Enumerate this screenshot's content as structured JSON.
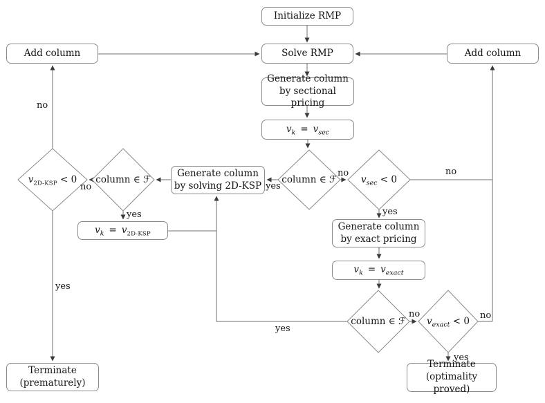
{
  "nodes": {
    "initialize_rmp": {
      "label": "Initialize RMP"
    },
    "solve_rmp": {
      "label": "Solve RMP"
    },
    "add_column_left": {
      "label": "Add column"
    },
    "add_column_right": {
      "label": "Add column"
    },
    "generate_sectional": {
      "line1": "Generate column",
      "line2": "by sectional pricing"
    },
    "assign_sec": {
      "lhs": "v",
      "lhs_sub": "k",
      "op": "=",
      "rhs": "v",
      "rhs_sub": "sec"
    },
    "check_column_center": {
      "label": "column ∈ ℱ"
    },
    "check_vsec": {
      "var": "v",
      "var_sub": "sec",
      "cmp": "< 0"
    },
    "generate_ksp": {
      "line1": "Generate column",
      "line2": "by solving 2D-KSP"
    },
    "check_column_left": {
      "label": "column ∈ ℱ"
    },
    "check_vksp": {
      "var": "v",
      "var_sub": "2D-KSP",
      "cmp": "< 0"
    },
    "assign_ksp": {
      "lhs": "v",
      "lhs_sub": "k",
      "op": "=",
      "rhs": "v",
      "rhs_sub": "2D-KSP"
    },
    "generate_exact": {
      "line1": "Generate column",
      "line2": "by exact pricing"
    },
    "assign_exact": {
      "lhs": "v",
      "lhs_sub": "k",
      "op": "=",
      "rhs": "v",
      "rhs_sub": "exact"
    },
    "check_column_bottom": {
      "label": "column ∈ ℱ"
    },
    "check_vexact": {
      "var": "v",
      "var_sub": "exact",
      "cmp": "< 0"
    },
    "terminate_prematurely": {
      "line1": "Terminate",
      "line2": "(prematurely)"
    },
    "terminate_optimality": {
      "line1": "Terminate",
      "line2": "(optimality proved)"
    }
  },
  "edge_labels": {
    "center_yes": "yes",
    "center_no": "no",
    "vsec_no": "no",
    "vsec_yes": "yes",
    "left_no": "no",
    "left_yes": "yes",
    "vksp_no": "no",
    "vksp_yes": "yes",
    "bottom_yes": "yes",
    "bottom_no": "no",
    "vexact_no": "no",
    "vexact_yes": "yes"
  },
  "colors": {
    "line": "#6f6f6f",
    "border": "#8a8a8a",
    "arrowhead": "#3a3a3a",
    "text": "#141414"
  }
}
